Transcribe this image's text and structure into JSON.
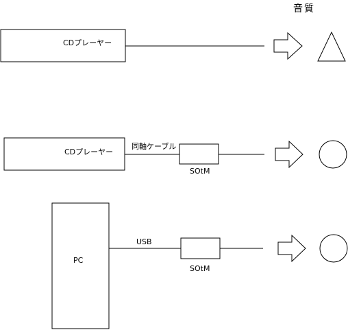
{
  "header": {
    "quality_label": "音質"
  },
  "rows": [
    {
      "source_label": "CDプレーヤー",
      "cable_label": "",
      "device_label": "",
      "quality_symbol": "triangle-symbol"
    },
    {
      "source_label": "CDプレーヤー",
      "cable_label": "同軸ケーブル",
      "device_label": "SOtM",
      "quality_symbol": "circle-symbol"
    },
    {
      "source_label": "PC",
      "cable_label": "USB",
      "device_label": "SOtM",
      "quality_symbol": "circle-symbol"
    }
  ]
}
